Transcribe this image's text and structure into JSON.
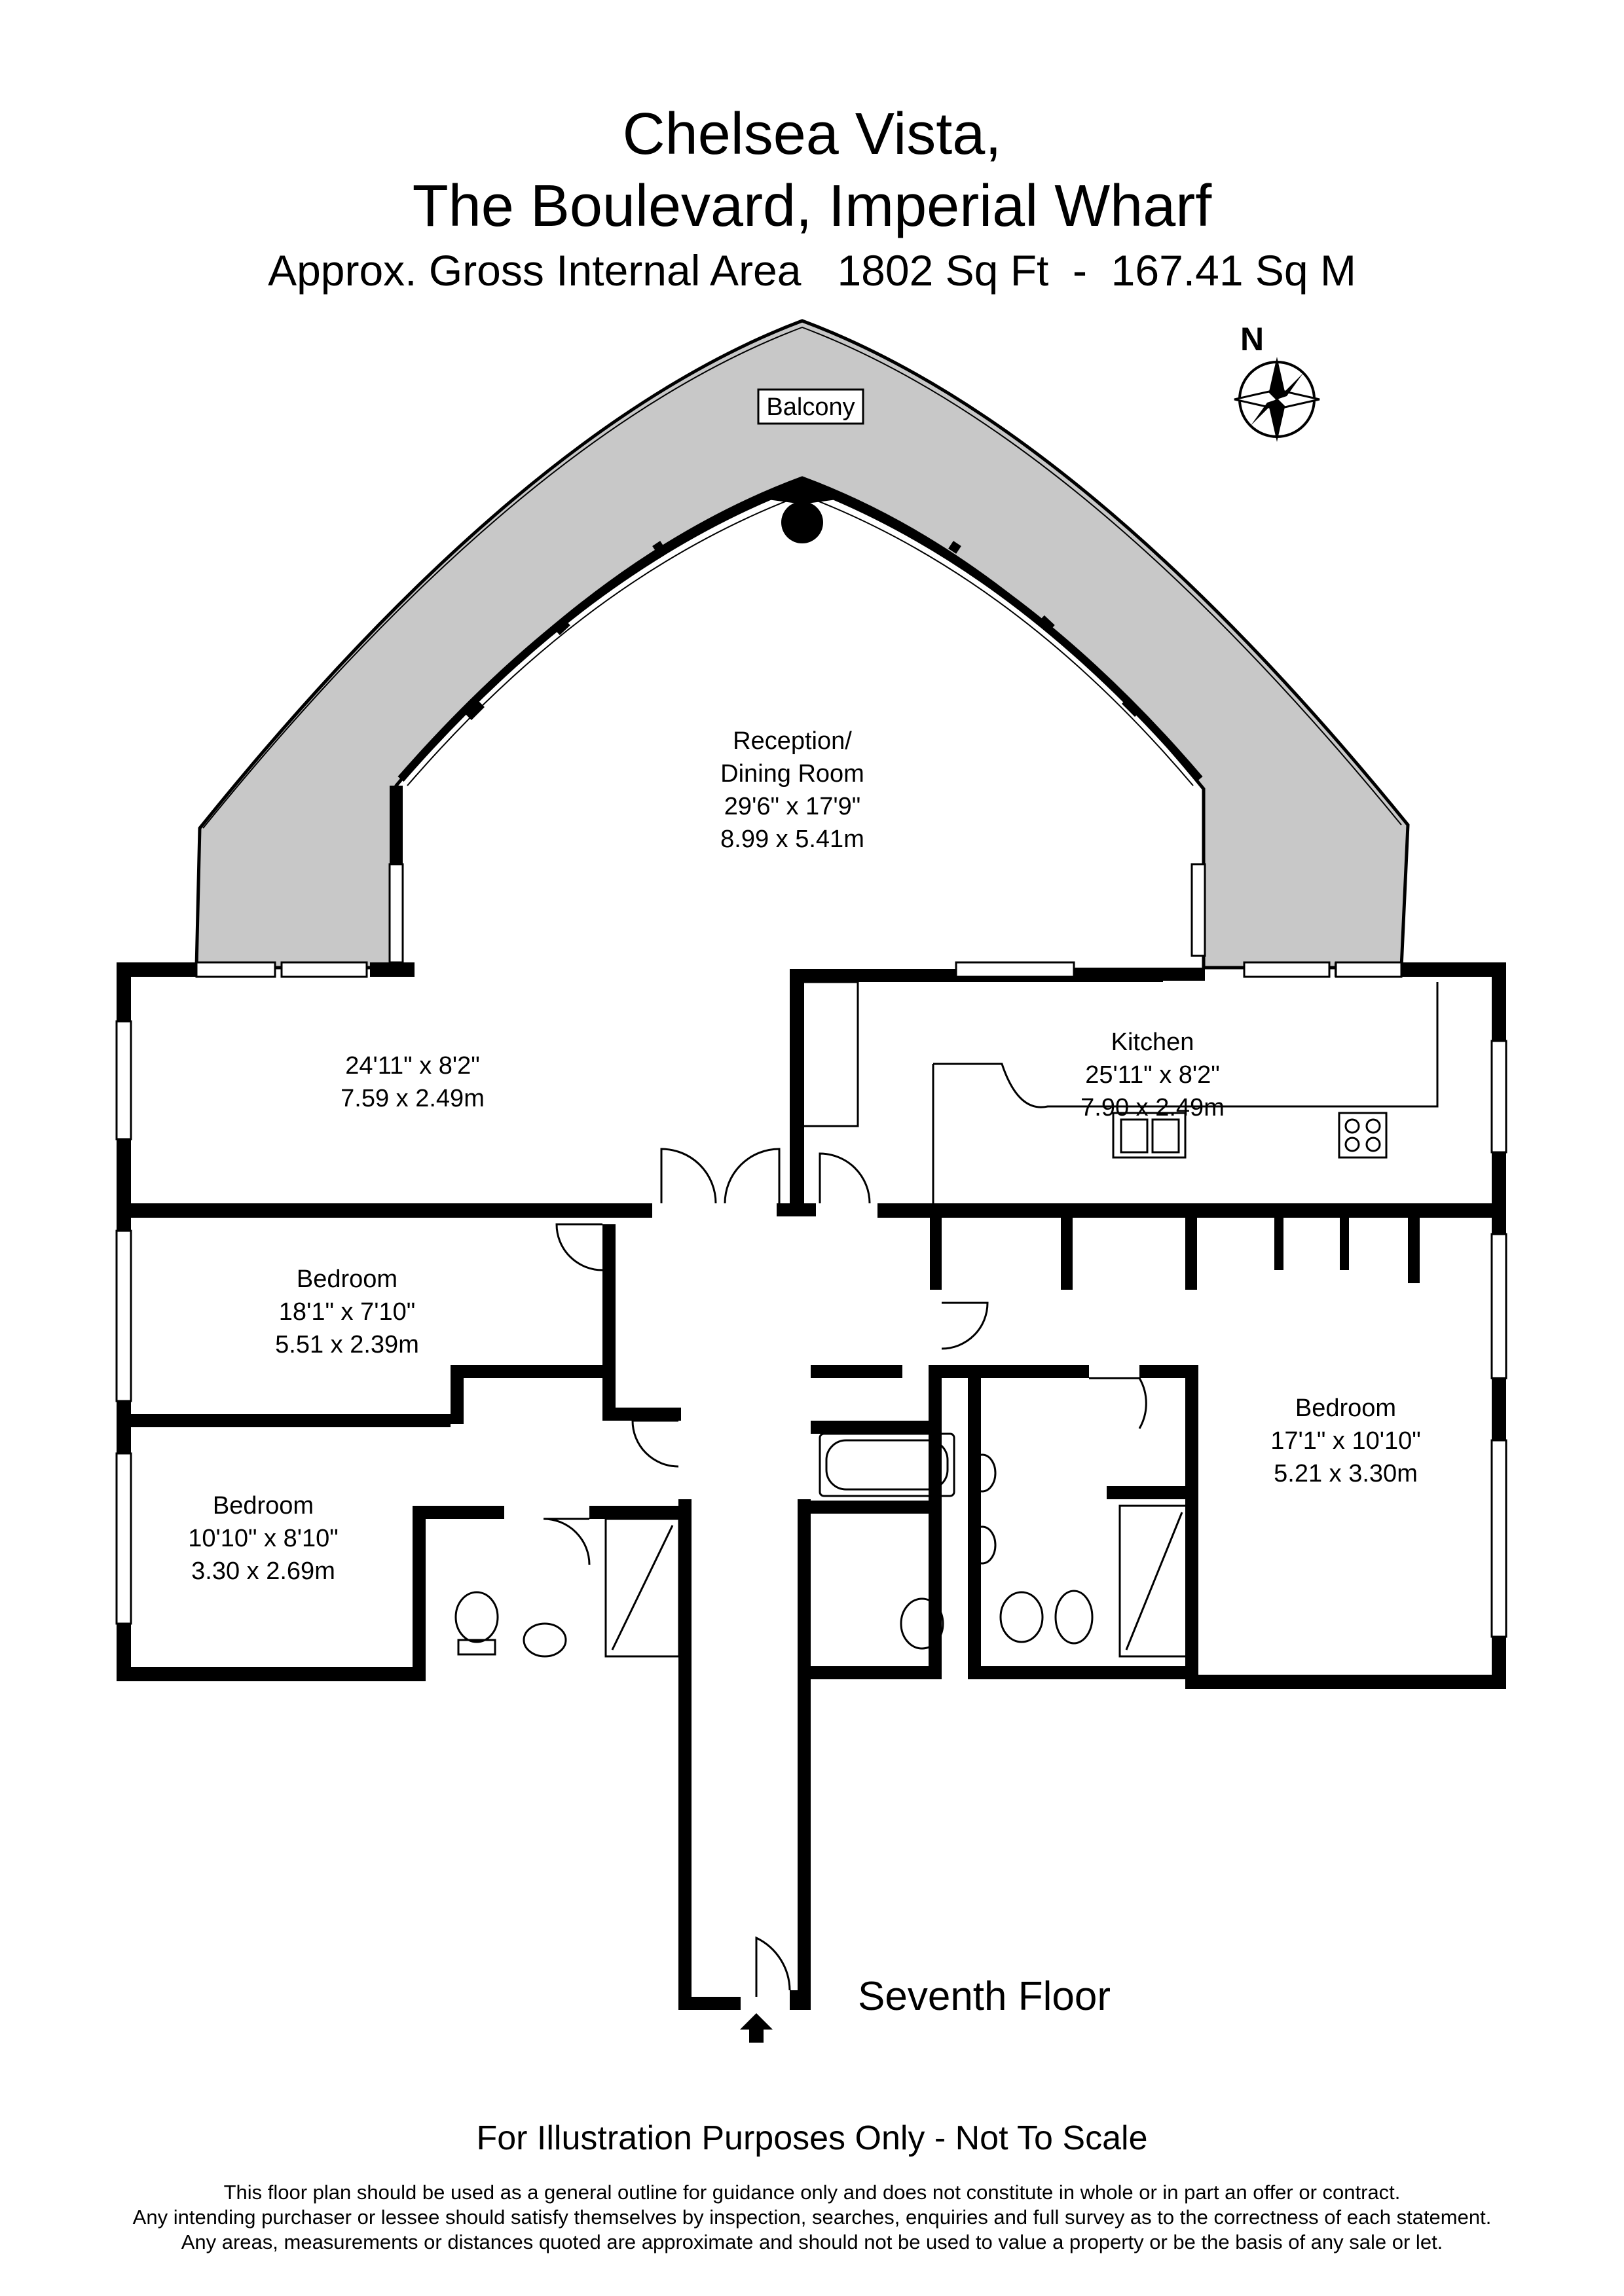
{
  "header": {
    "line1": "Chelsea Vista,",
    "line2": "The Boulevard, Imperial Wharf",
    "line3": "Approx. Gross Internal Area   1802 Sq Ft  -  167.41 Sq M"
  },
  "compass": {
    "label": "N",
    "icon": "compass-star-icon"
  },
  "rooms": {
    "balcony": "Balcony",
    "reception": {
      "line1": "Reception/",
      "line2": "Dining Room",
      "imperial": "29'6\" x 17'9\"",
      "metric": "8.99 x 5.41m"
    },
    "west_reception": {
      "imperial": "24'11\" x 8'2\"",
      "metric": "7.59 x 2.49m"
    },
    "kitchen": {
      "name": "Kitchen",
      "imperial": "25'11\" x 8'2\"",
      "metric": "7.90 x 2.49m"
    },
    "bedroom1": {
      "name": "Bedroom",
      "imperial": "18'1\" x 7'10\"",
      "metric": "5.51 x 2.39m"
    },
    "bedroom2": {
      "name": "Bedroom",
      "imperial": "10'10\" x 8'10\"",
      "metric": "3.30 x 2.69m"
    },
    "bedroom3": {
      "name": "Bedroom",
      "imperial": "17'1\" x 10'10\"",
      "metric": "5.21 x 3.30m"
    }
  },
  "floor_label": "Seventh Floor",
  "footer": {
    "illustration": "For Illustration Purposes Only - Not To Scale",
    "disclaimer1": "This floor plan should be used as a general outline for guidance only and does not constitute in whole or in part an offer or contract.",
    "disclaimer2": "Any intending purchaser or lessee should satisfy themselves by inspection, searches, enquiries and full survey as to the correctness of each statement.",
    "disclaimer3": "Any areas, measurements or distances quoted are approximate and should not be used to value a property or be the basis of any sale or let."
  },
  "colors": {
    "wall": "#000000",
    "balcony_fill": "#c8c8c8",
    "background": "#ffffff"
  }
}
